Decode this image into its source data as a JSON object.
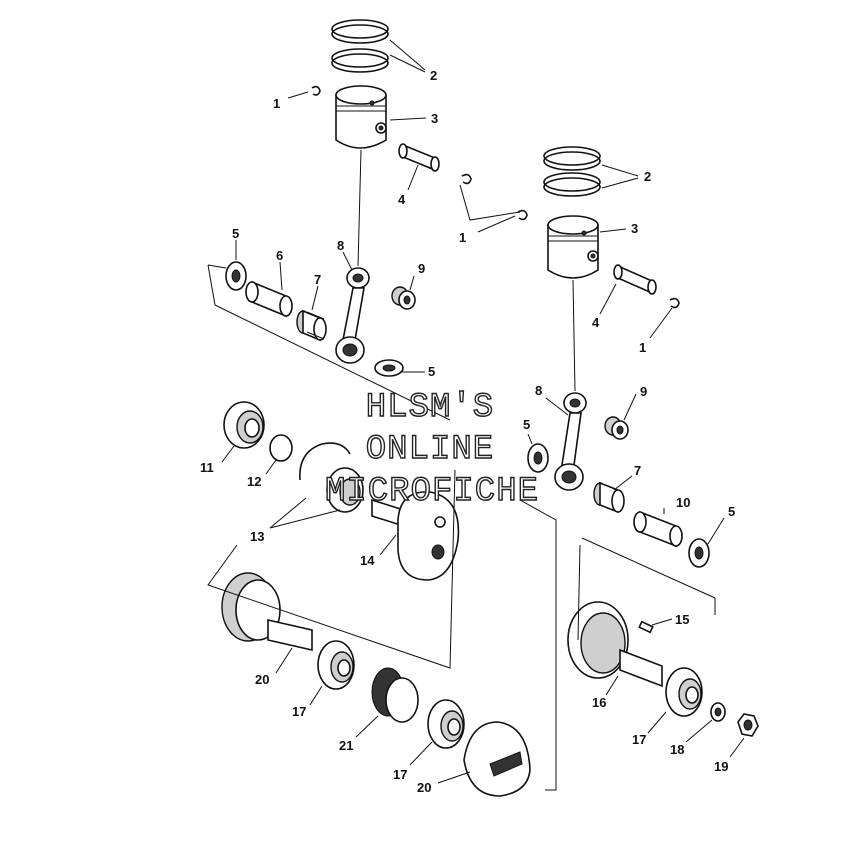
{
  "watermark": {
    "line1": "HLSM'S",
    "line2": "ONLINE",
    "line3": "MICROFICHE"
  },
  "callouts": [
    {
      "id": "c1a",
      "text": "2"
    },
    {
      "id": "c1b",
      "text": "1"
    },
    {
      "id": "c1c",
      "text": "3"
    },
    {
      "id": "c1d",
      "text": "4"
    },
    {
      "id": "c2a",
      "text": "2"
    },
    {
      "id": "c2b",
      "text": "3"
    },
    {
      "id": "c2c",
      "text": "1"
    },
    {
      "id": "c2d",
      "text": "4"
    },
    {
      "id": "c2e",
      "text": "1"
    },
    {
      "id": "c3a",
      "text": "5"
    },
    {
      "id": "c3b",
      "text": "6"
    },
    {
      "id": "c3c",
      "text": "7"
    },
    {
      "id": "c3d",
      "text": "8"
    },
    {
      "id": "c3e",
      "text": "9"
    },
    {
      "id": "c3f",
      "text": "5"
    },
    {
      "id": "c4a",
      "text": "8"
    },
    {
      "id": "c4b",
      "text": "9"
    },
    {
      "id": "c4c",
      "text": "5"
    },
    {
      "id": "c4d",
      "text": "7"
    },
    {
      "id": "c4e",
      "text": "10"
    },
    {
      "id": "c4f",
      "text": "5"
    },
    {
      "id": "c5a",
      "text": "11"
    },
    {
      "id": "c5b",
      "text": "12"
    },
    {
      "id": "c5c",
      "text": "13"
    },
    {
      "id": "c5d",
      "text": "14"
    },
    {
      "id": "c6a",
      "text": "20"
    },
    {
      "id": "c6b",
      "text": "17"
    },
    {
      "id": "c6c",
      "text": "21"
    },
    {
      "id": "c6d",
      "text": "17"
    },
    {
      "id": "c6e",
      "text": "20"
    },
    {
      "id": "c7a",
      "text": "15"
    },
    {
      "id": "c7b",
      "text": "16"
    },
    {
      "id": "c7c",
      "text": "17"
    },
    {
      "id": "c7d",
      "text": "18"
    },
    {
      "id": "c7e",
      "text": "19"
    }
  ]
}
